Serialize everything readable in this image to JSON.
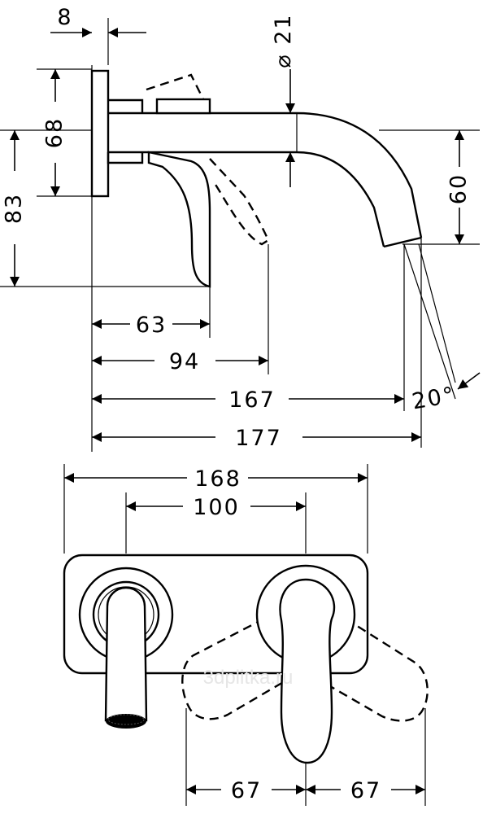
{
  "drawing": {
    "kind": "faucet technical drawing",
    "units": "mm"
  },
  "side_view": {
    "dim_rosette_thickness": "8",
    "dim_spout_diameter": "⌀ 21",
    "dim_rosette_height": "68",
    "dim_total_height": "83",
    "dim_spout_drop": "60",
    "dim_lever_projection": "63",
    "dim_lever_open": "94",
    "dim_spout_outlet": "167",
    "dim_spout_reach": "177",
    "dim_spray_angle": "20°"
  },
  "top_view": {
    "dim_plate_width": "168",
    "dim_center_distance": "100",
    "dim_lever_swing_left": "67",
    "dim_lever_swing_right": "67"
  },
  "watermark": "3dplitka.ru"
}
